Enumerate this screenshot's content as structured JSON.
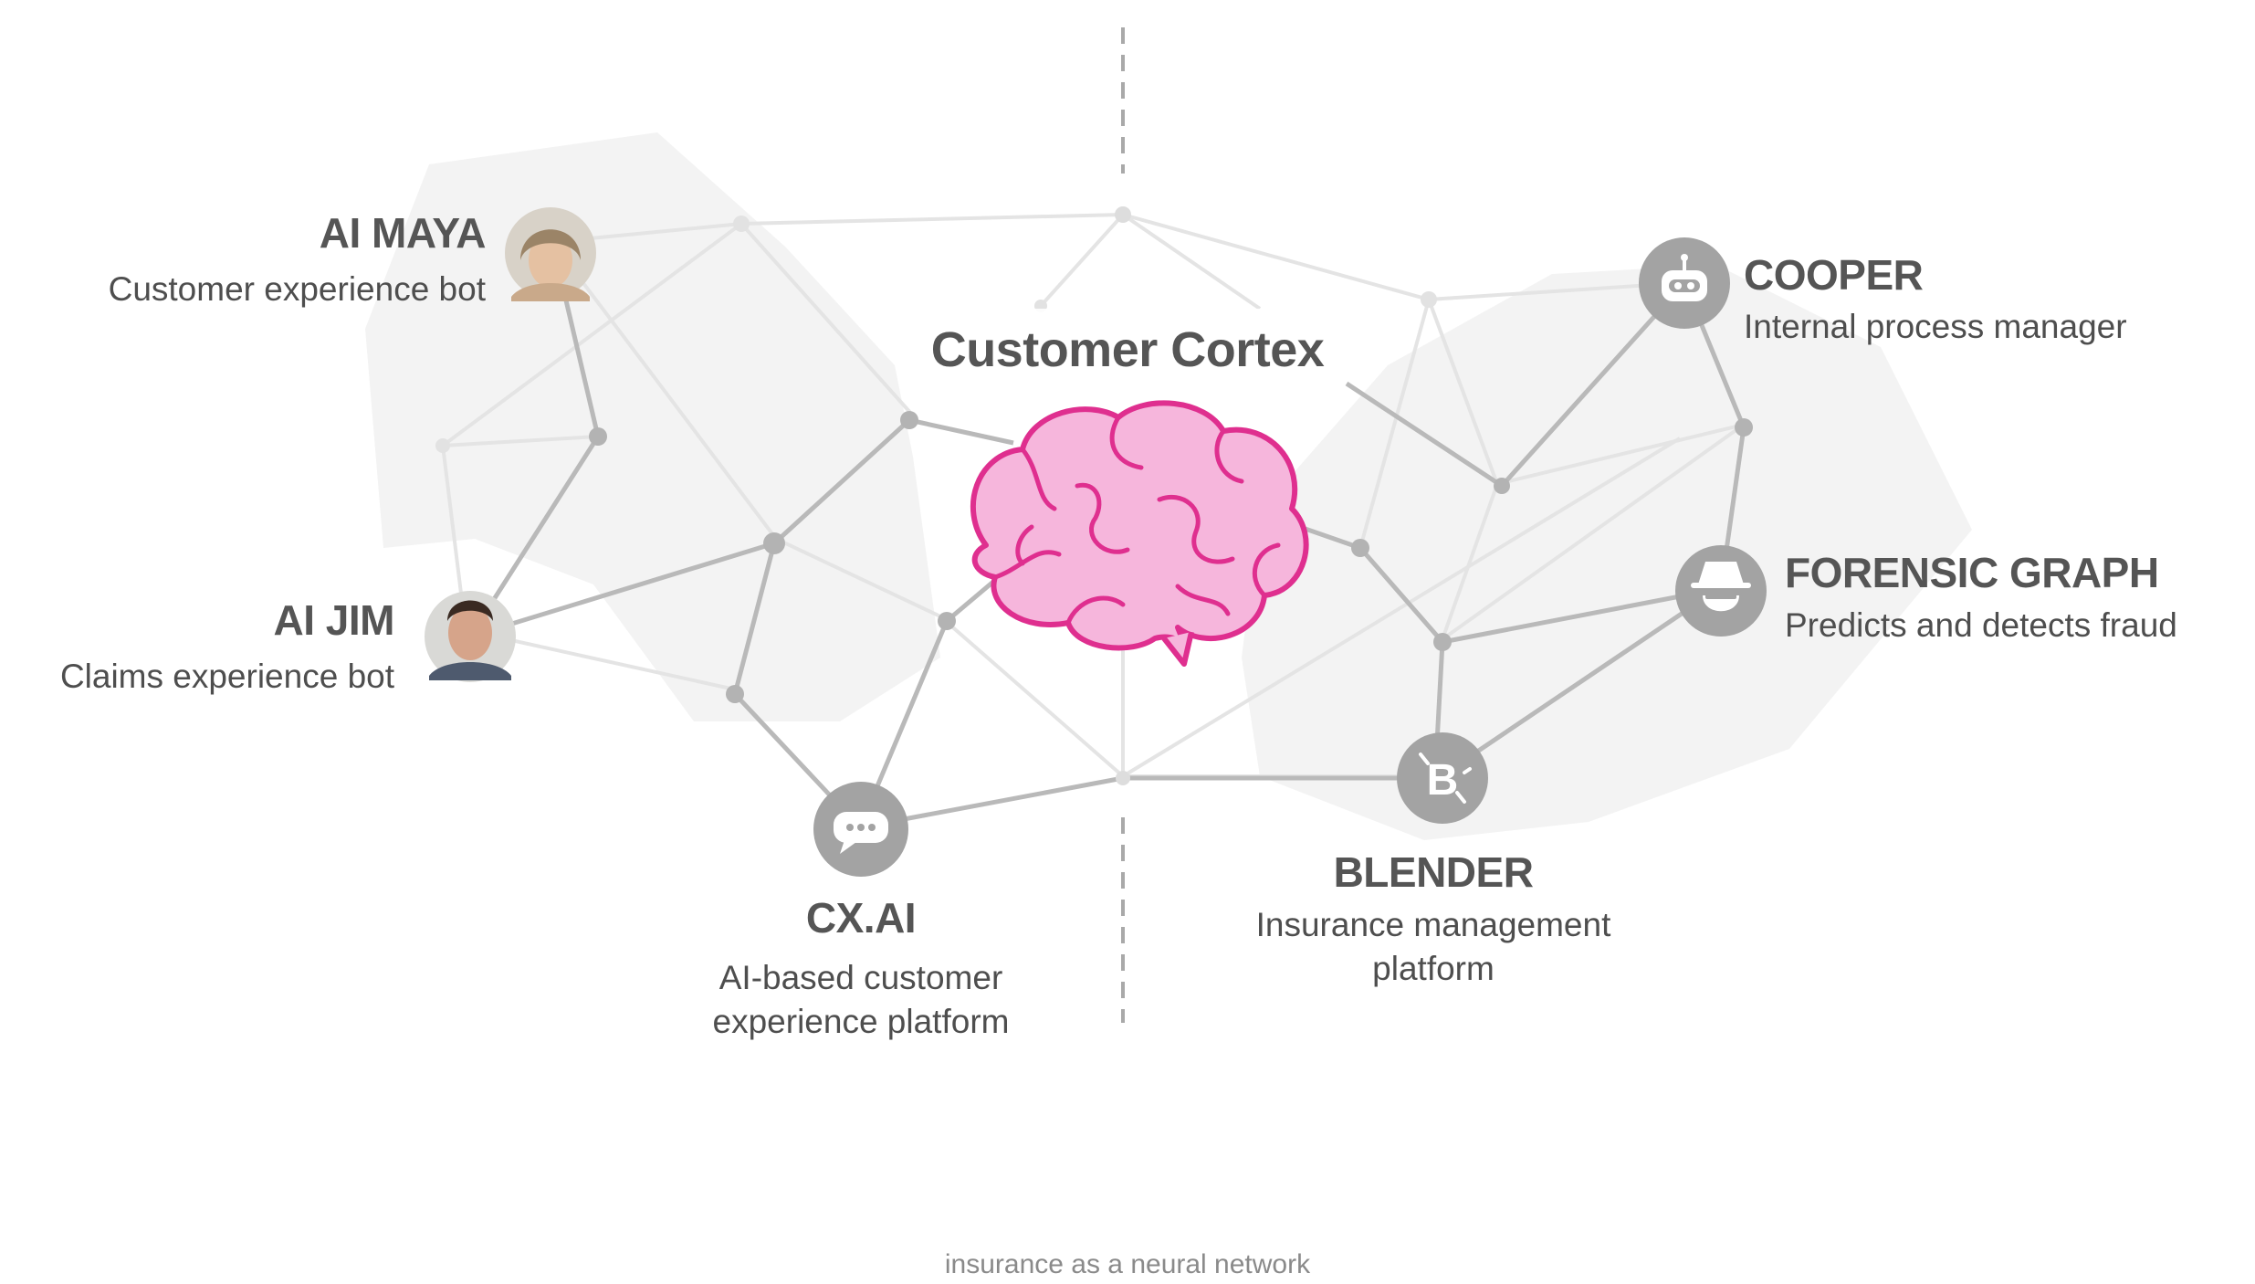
{
  "center": {
    "title": "Customer Cortex"
  },
  "nodes": [
    {
      "id": "ai-maya",
      "title": "AI MAYA",
      "subtitle": "Customer experience bot",
      "icon": "person-avatar-woman"
    },
    {
      "id": "ai-jim",
      "title": "AI JIM",
      "subtitle": "Claims experience bot",
      "icon": "person-avatar-man"
    },
    {
      "id": "cx-ai",
      "title": "CX.AI",
      "subtitle_line1": "AI-based customer",
      "subtitle_line2": "experience platform",
      "icon": "chat-bubble-icon"
    },
    {
      "id": "cooper",
      "title": "COOPER",
      "subtitle": "Internal process manager",
      "icon": "robot-icon"
    },
    {
      "id": "forensic-graph",
      "title": "FORENSIC GRAPH",
      "subtitle": "Predicts and detects fraud",
      "icon": "spy-icon"
    },
    {
      "id": "blender",
      "title": "BLENDER",
      "subtitle_line1": "Insurance management",
      "subtitle_line2": "platform",
      "icon": "blender-b-icon"
    }
  ],
  "caption": "insurance as a neural network",
  "colors": {
    "brain": "#f4a9d6",
    "brain_outline": "#e0308f",
    "node": "#a3a3a3",
    "edge": "#c9c9c9",
    "blob": "#f3f3f3"
  }
}
